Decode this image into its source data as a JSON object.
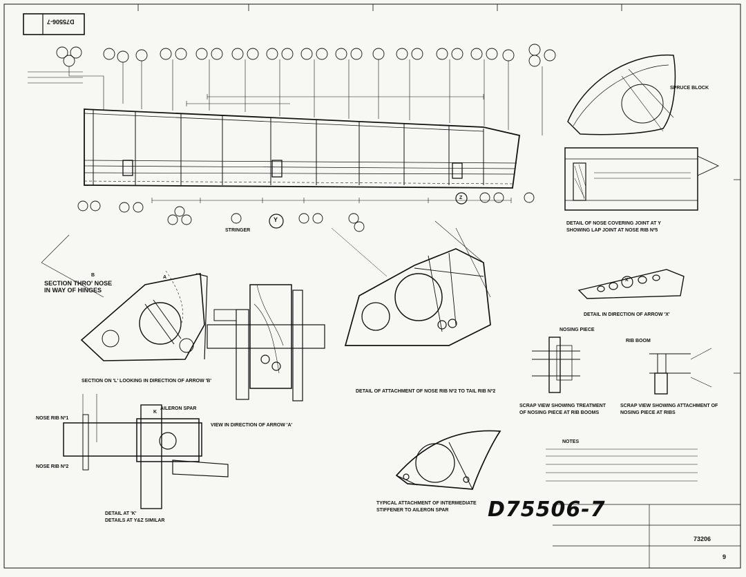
{
  "drawing": {
    "number_stamp": "D75506-7",
    "number_handwritten": "D75506-7",
    "corner_number": "9",
    "title_number": "73206"
  },
  "views": {
    "nose_covering_joint": [
      "DETAIL OF NOSE COVERING JOINT AT Y",
      "SHOWING LAP JOINT AT NOSE RIB Nº5"
    ],
    "section_thro_nose": [
      "SECTION THRO' NOSE",
      "IN WAY OF HINGES"
    ],
    "section_looking_b": "SECTION ON 'L' LOOKING IN DIRECTION OF ARROW 'B'",
    "detail_arrow_x": "DETAIL IN DIRECTION OF ARROW 'X'",
    "detail_attachment_nose_rib": "DETAIL OF ATTACHMENT OF NOSE RIB Nº2 TO TAIL RIB Nº2",
    "view_arrow_a": "VIEW IN DIRECTION OF ARROW 'A'",
    "detail_at_k": [
      "DETAIL AT 'K'",
      "DETAILS AT Y&Z SIMILAR"
    ],
    "typical_attachment": [
      "TYPICAL ATTACHMENT OF INTERMEDIATE",
      "STIFFENER TO AILERON SPAR"
    ],
    "scrap_view_treatment": [
      "SCRAP VIEW SHOWING TREATMENT",
      "OF NOSING PIECE AT RIB BOOMS"
    ],
    "scrap_view_attachment": [
      "SCRAP VIEW SHOWING ATTACHMENT OF",
      "NOSING PIECE AT RIBS"
    ]
  },
  "callouts": {
    "y": "Y",
    "z": "Z",
    "k": "K",
    "a": "A",
    "b": "B",
    "x": "X"
  },
  "part_labels": {
    "stringer": "STRINGER",
    "aileron_spar": "AILERON SPAR",
    "nose_rib_1": "NOSE RIB Nº1",
    "nose_rib_2": "NOSE RIB Nº2",
    "spruce_block": "SPRUCE BLOCK",
    "nosing_piece": "NOSING PIECE",
    "rib_boom": "RIB BOOM",
    "notes": "NOTES"
  }
}
